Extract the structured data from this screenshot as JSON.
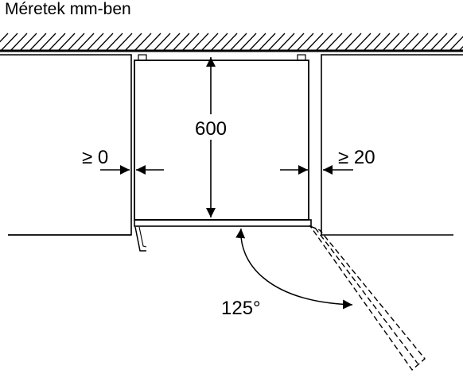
{
  "title": "Méretek mm-ben",
  "labels": {
    "height": "600",
    "left_gap": "≥ 0",
    "right_gap": "≥ 20",
    "door_angle": "125°"
  },
  "colors": {
    "line": "#000000",
    "background": "#ffffff"
  }
}
